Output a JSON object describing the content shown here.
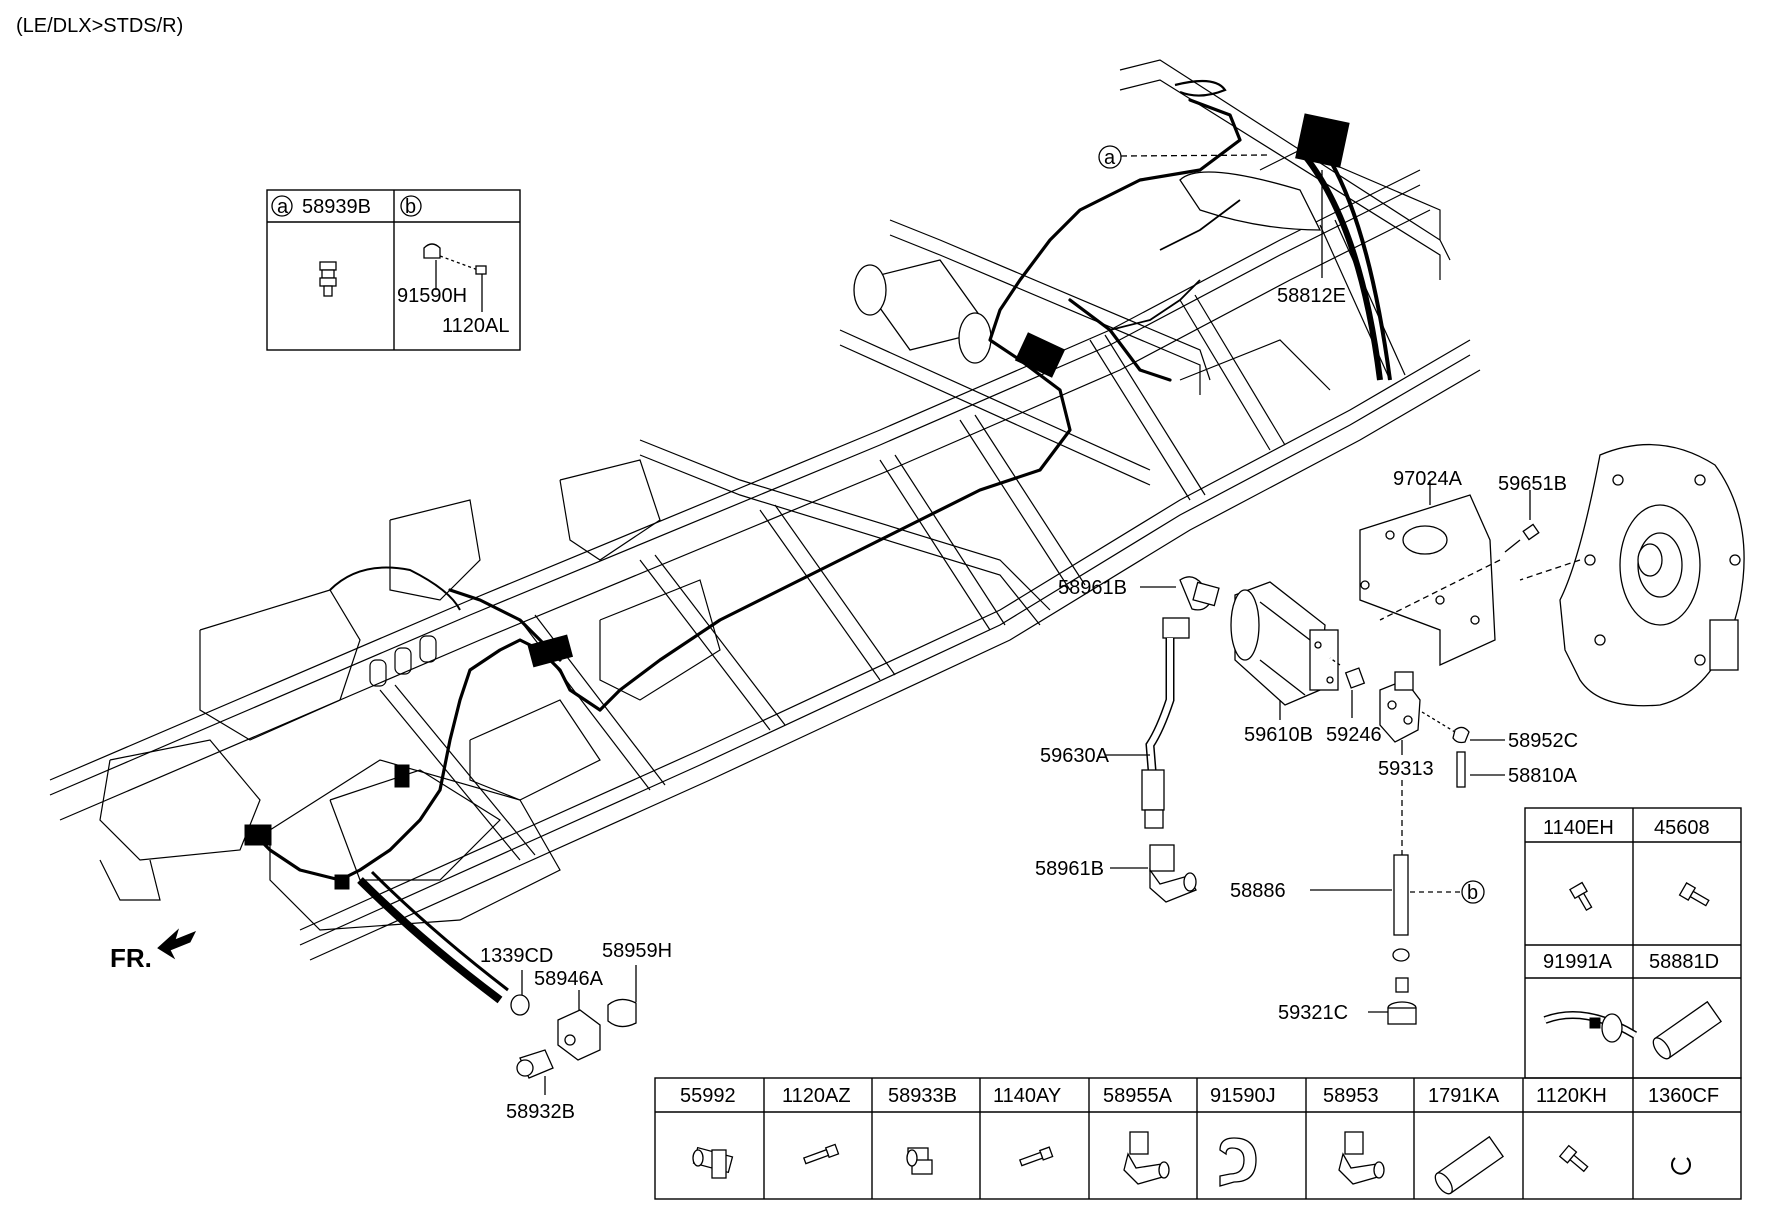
{
  "header": {
    "variant": "(LE/DLX>STDS/R)"
  },
  "legend_box": {
    "col_a": {
      "marker": "a",
      "part": "58939B"
    },
    "col_b": {
      "marker": "b",
      "parts": [
        "91590H",
        "1120AL"
      ]
    }
  },
  "callouts": {
    "c_58812E": "58812E",
    "c_97024A": "97024A",
    "c_59651B": "59651B",
    "c_58961B_top": "58961B",
    "c_59610B": "59610B",
    "c_59246": "59246",
    "c_59313": "59313",
    "c_58952C": "58952C",
    "c_58810A": "58810A",
    "c_59630A": "59630A",
    "c_58961B_bot": "58961B",
    "c_58886": "58886",
    "c_59321C": "59321C",
    "c_1339CD": "1339CD",
    "c_58959H": "58959H",
    "c_58946A": "58946A",
    "c_58932B": "58932B",
    "marker_a": "a",
    "marker_b": "b",
    "front": "FR."
  },
  "right_grid": {
    "row1": [
      "1140EH",
      "45608"
    ],
    "row2": [
      "91991A",
      "58881D"
    ]
  },
  "bottom_grid": [
    "55992",
    "1120AZ",
    "58933B",
    "1140AY",
    "58955A",
    "91590J",
    "58953",
    "1791KA",
    "1120KH",
    "1360CF"
  ]
}
